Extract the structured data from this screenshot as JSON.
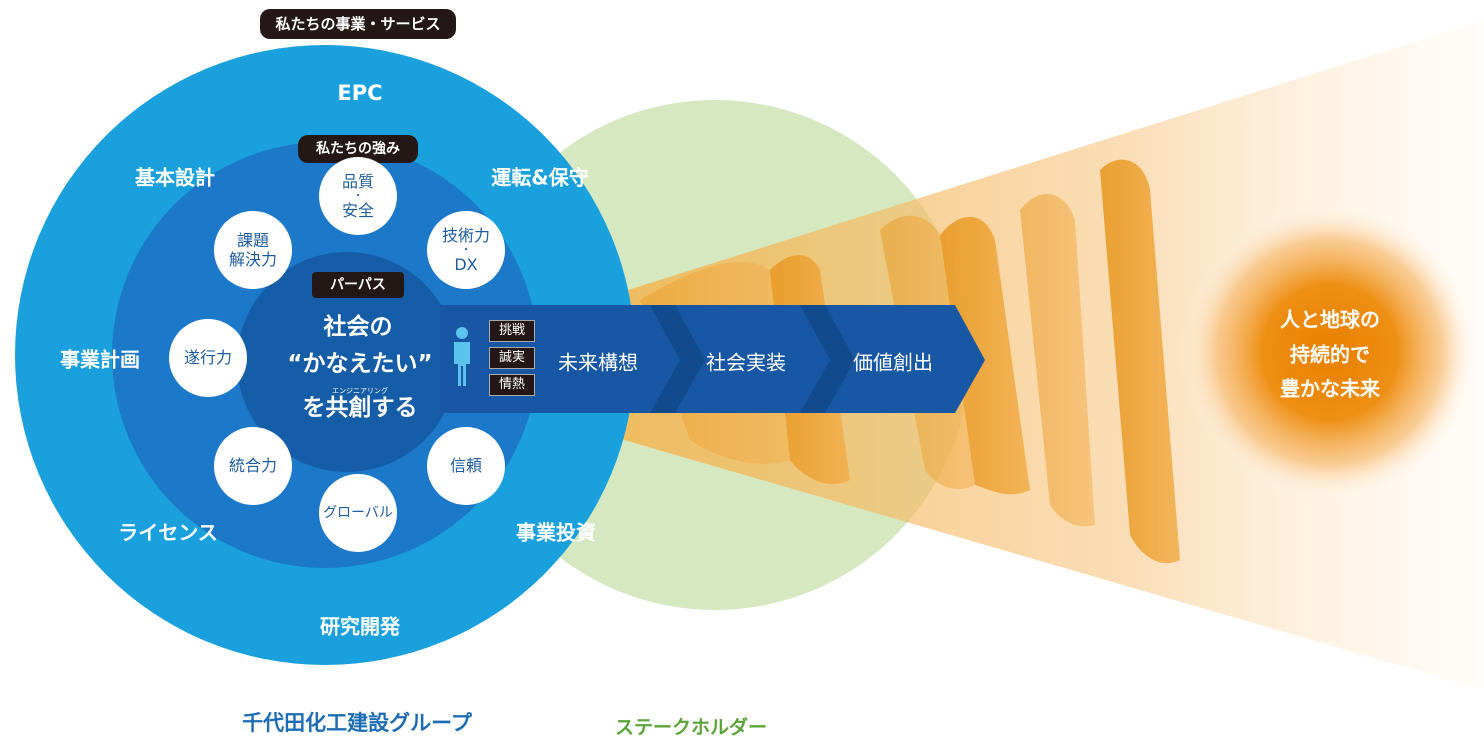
{
  "group_label": "千代田化工建設グループ",
  "stakeholder_label": "ステークホルダー",
  "services": {
    "pill": "私たちの事業・サービス",
    "items": [
      "EPC",
      "運転&保守",
      "事業投資",
      "研究開発",
      "ライセンス",
      "事業計画",
      "基本設計"
    ]
  },
  "strengths": {
    "pill": "私たちの強み",
    "items": [
      {
        "line1": "品質",
        "dot": "・",
        "line2": "安全"
      },
      {
        "line1": "技術力",
        "dot": "・",
        "line2": "DX"
      },
      {
        "line1": "信頼"
      },
      {
        "line1": "グローバル"
      },
      {
        "line1": "統合力"
      },
      {
        "line1": "遂行力"
      },
      {
        "line1": "課題",
        "line2": "解決力"
      }
    ]
  },
  "purpose": {
    "pill": "パーパス",
    "line1": "社会の",
    "line2": "“かなえたい”",
    "ruby": "エンジニアリング",
    "line3": "を共創する"
  },
  "values": [
    "挑戦",
    "誠実",
    "情熱"
  ],
  "process": [
    "未来構想",
    "社会実装",
    "価値創出"
  ],
  "future": {
    "line1": "人と地球の",
    "line2": "持続的で",
    "line3": "豊かな未来"
  },
  "colors": {
    "outer_circle": "#1aa0dc",
    "middle_ring": "#1c78c8",
    "inner_circle": "#155da6",
    "arrow": "#1857a3",
    "stakeholder_circle": "#d5e8c0",
    "stakeholder_text": "#5aa43a",
    "group_text": "#1d6db5",
    "ribbon": "#f0a430",
    "glow": "#ec8a08"
  }
}
